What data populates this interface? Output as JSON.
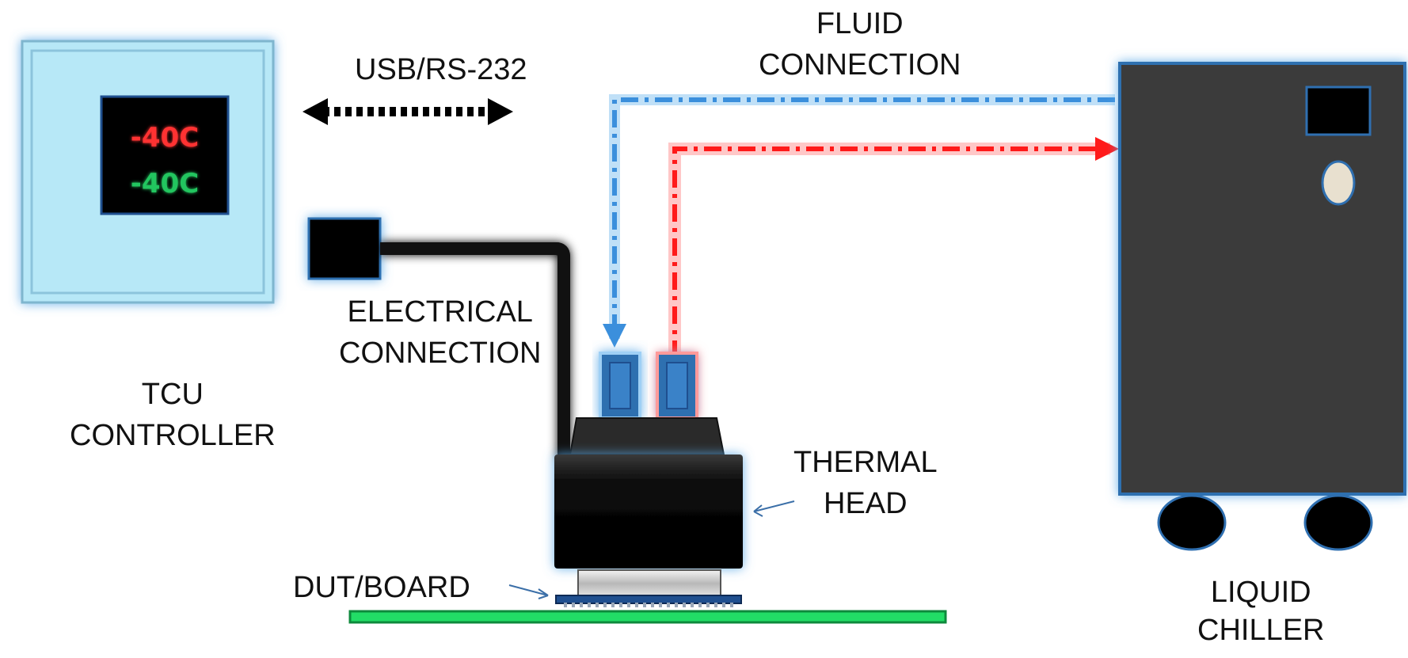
{
  "colors": {
    "controller_fill": "#b7e8f7",
    "controller_glow": "#5aa9e6",
    "display_bg": "#000000",
    "temp_red": "#ff3333",
    "temp_green": "#22c55e",
    "cold_line": "#3b8fdc",
    "hot_line": "#ff1a1a",
    "chiller_body": "#3a3a3a",
    "chiller_knob": "#e8e0cf",
    "cable": "#111111",
    "fitting_blue": "#2f6fb0",
    "board_green": "#22dd66",
    "dut_blue": "#1f4f8f"
  },
  "controller": {
    "display_setpoint": "-40C",
    "display_actual": "-40C",
    "label_line1": "TCU",
    "label_line2": "CONTROLLER"
  },
  "comm": {
    "label": "USB/RS-232"
  },
  "fluid": {
    "label_line1": "FLUID",
    "label_line2": "CONNECTION"
  },
  "electrical": {
    "label_line1": "ELECTRICAL",
    "label_line2": "CONNECTION"
  },
  "thermal_head": {
    "label_line1": "THERMAL",
    "label_line2": "HEAD"
  },
  "dut": {
    "label": "DUT/BOARD"
  },
  "chiller": {
    "label_line1": "LIQUID",
    "label_line2": "CHILLER"
  }
}
